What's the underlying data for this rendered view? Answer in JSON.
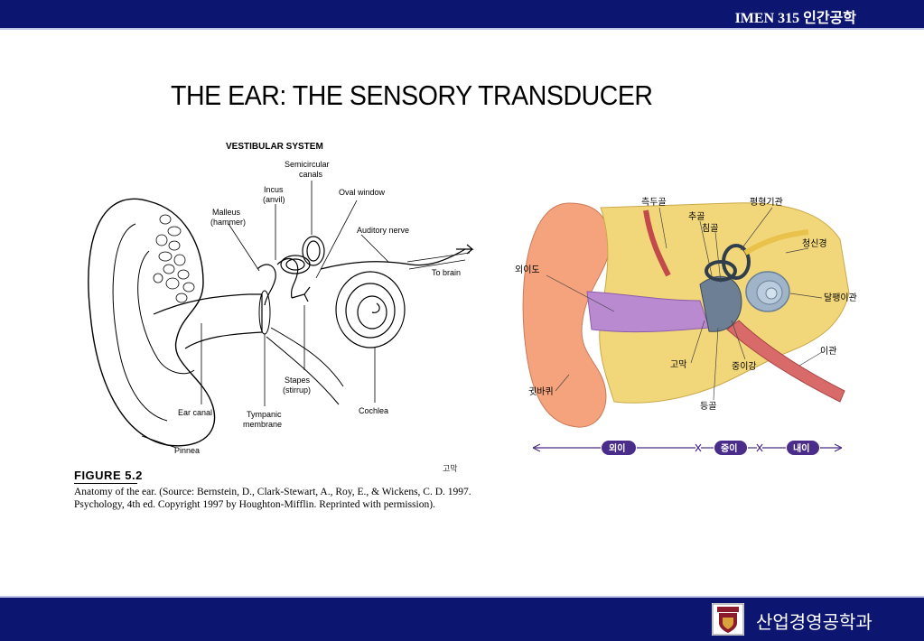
{
  "header": {
    "course": "IMEN 315 인간공학"
  },
  "slide": {
    "title": "THE EAR: THE SENSORY TRANSDUCER"
  },
  "figure_left": {
    "heading": "VESTIBULAR SYSTEM",
    "labels": {
      "semicircular_1": "Semicircular",
      "semicircular_2": "canals",
      "incus_1": "Incus",
      "incus_2": "(anvil)",
      "oval_window": "Oval window",
      "malleus_1": "Malleus",
      "malleus_2": "(hammer)",
      "auditory_nerve": "Auditory nerve",
      "to_brain": "To brain",
      "stapes_1": "Stapes",
      "stapes_2": "(stirrup)",
      "ear_canal": "Ear canal",
      "tympanic_1": "Tympanic",
      "tympanic_2": "membrane",
      "cochlea": "Cochlea",
      "pinnea": "Pinnea"
    },
    "stray_label": "고막"
  },
  "caption": {
    "figure_number": "FIGURE 5.2",
    "line1": "Anatomy of the ear. (Source: Bernstein, D., Clark-Stewart, A., Roy, E., & Wickens, C. D. 1997.",
    "line2": "Psychology, 4th ed. Copyright 1997 by Houghton-Mifflin. Reprinted with permission)."
  },
  "figure_right": {
    "labels": {
      "temporal_bone": "측두골",
      "vestibular_organ": "평형기관",
      "malleus": "추골",
      "incus": "침골",
      "auditory_nerve": "청신경",
      "ear_canal": "외이도",
      "cochlea": "달팽이관",
      "eustachian_tube": "이관",
      "eardrum": "고막",
      "middle_ear_cavity": "중이강",
      "pinna": "귓바퀴",
      "stapes": "등골"
    },
    "regions": {
      "outer": "외이",
      "middle": "중이",
      "inner": "내이"
    },
    "colors": {
      "skin": "#f4a37d",
      "bone": "#f2d77a",
      "canal": "#b98ad0",
      "cochlea": "#9fb4c8",
      "region_bar": "#4a2c8a"
    }
  },
  "footer": {
    "department": "산업경영공학과"
  },
  "theme": {
    "bar_color": "#0c1570",
    "bar_border": "#bfc5e6"
  }
}
